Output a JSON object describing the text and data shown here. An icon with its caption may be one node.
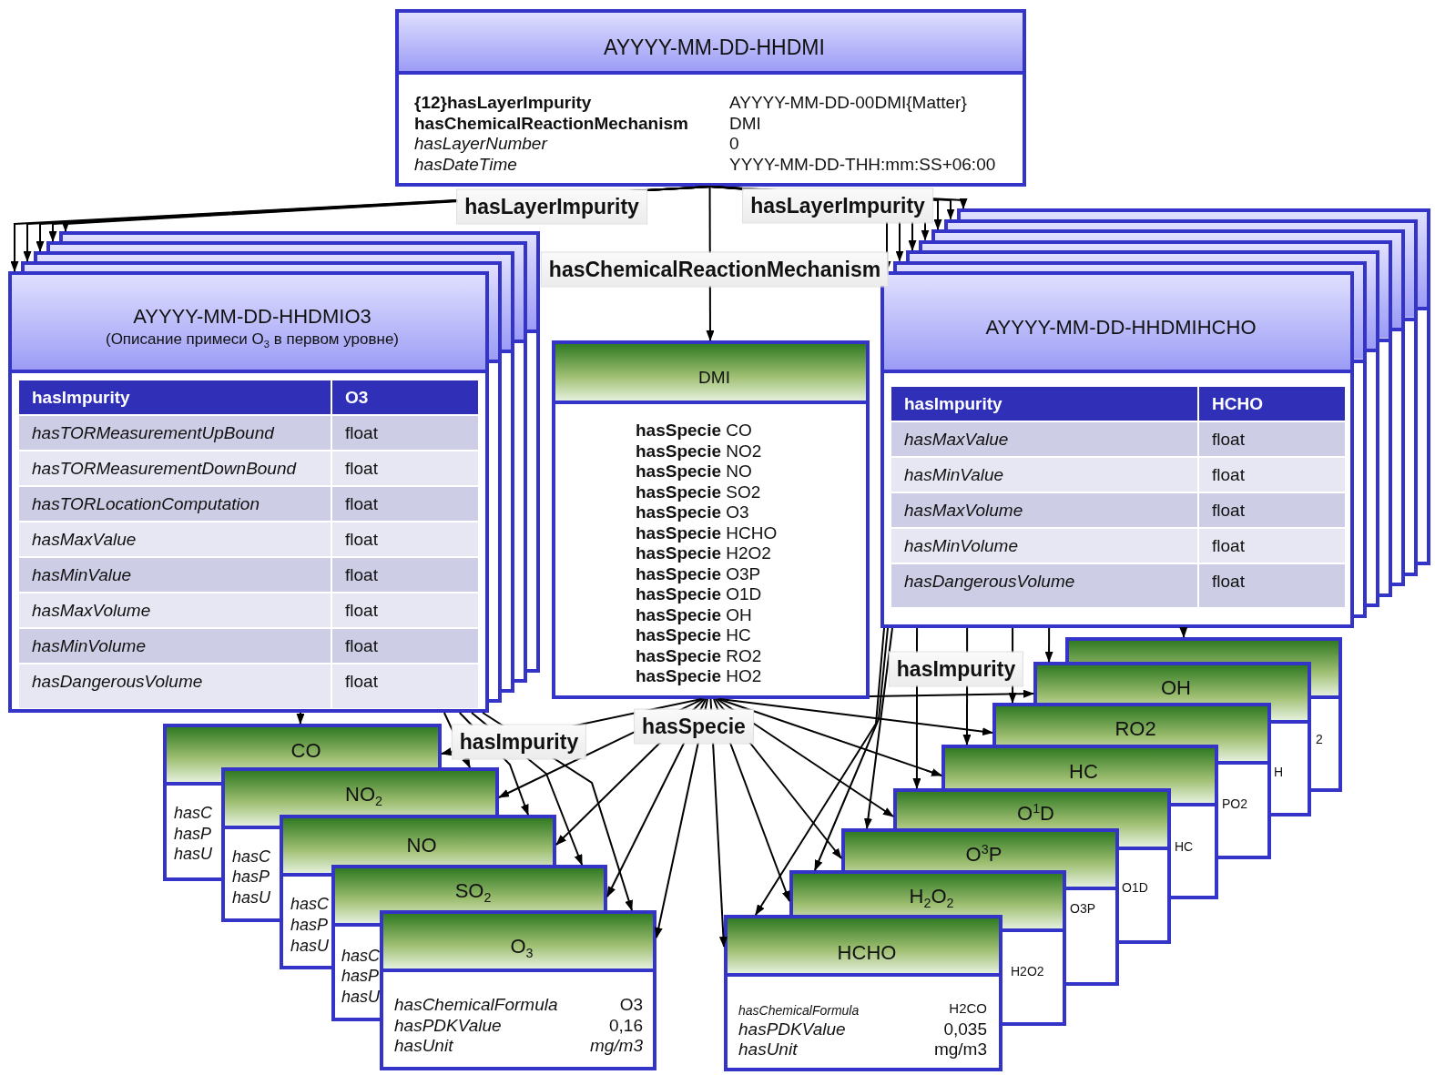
{
  "diagram": {
    "nodes": [
      {
        "text": [
          "AYYYY-MM-DD-HHDMI",
          "{12}hasLayerImpurity",
          "AYYYY-MM-DD-00DMI{Matter}",
          "hasChemicalReactionMechanism",
          "DMI",
          "hasLayerNumber",
          "0",
          "hasDateTime",
          "YYYY-MM-DD-THH:mm:SS+06:00"
        ]
      },
      {
        "text": [],
        "shape": "box"
      },
      {
        "text": [],
        "shape": "box"
      },
      {
        "text": [],
        "shape": "box"
      },
      {
        "text": [],
        "shape": "box"
      },
      {
        "text": [
          "AYYYY-MM-DD-HHDMIO3",
          "(Описание примеси O$_{3}$ в первом уровне)",
          "hasImpurity",
          "O3",
          "hasTORMeasurementUpBound",
          "float",
          "hasTORMeasurementDownBound",
          "float",
          "hasTORLocationComputation",
          "float",
          "hasMaxValue",
          "float",
          "hasMinValue",
          "float",
          "hasMaxVolume",
          "float",
          "hasMinVolume",
          "float",
          "hasDangerousVolume",
          "float"
        ]
      },
      {
        "text": [
          "DMI",
          "**hasSpecie** CO",
          "**hasSpecie** NO2",
          "**hasSpecie** NO",
          "**hasSpecie** SO2",
          "**hasSpecie** O3",
          "**hasSpecie** HCHO",
          "**hasSpecie** H2O2",
          "**hasSpecie** O3P",
          "**hasSpecie** O1D",
          "**hasSpecie** OH",
          "**hasSpecie** HC",
          "**hasSpecie** RO2",
          "**hasSpecie** HO2"
        ]
      },
      {
        "text": [],
        "shape": "box"
      },
      {
        "text": [],
        "shape": "box"
      },
      {
        "text": [],
        "shape": "box"
      },
      {
        "text": [],
        "shape": "box"
      },
      {
        "text": [],
        "shape": "box"
      },
      {
        "text": [],
        "shape": "box"
      },
      {
        "text": [
          "AYYYY-MM-DD-HHDMIHCHO",
          "hasImpurity",
          "HCHO",
          "hasMaxValue",
          "float",
          "hasMinValue",
          "float",
          "hasMaxVolume",
          "float",
          "hasMinVolume",
          "float",
          "hasDangerousVolume",
          "float"
        ]
      },
      {
        "text": [
          "CO"
        ]
      },
      {
        "text": [
          "NO$_{2}$"
        ]
      },
      {
        "text": [
          "NO"
        ]
      },
      {
        "text": [
          "SO$_{2}$"
        ]
      },
      {
        "text": [
          "O$_{3}$",
          "hasChemicalFormula",
          "O3",
          "hasPDKValue",
          "0,16",
          "hasUnit",
          "mg/m3"
        ]
      },
      {
        "text": [],
        "shape": "box"
      },
      {
        "text": [
          "OH"
        ]
      },
      {
        "text": [
          "RO2"
        ]
      },
      {
        "text": [
          "HC"
        ]
      },
      {
        "text": [
          "O$^{1}$D"
        ]
      },
      {
        "text": [
          "O$^{3}$P"
        ]
      },
      {
        "text": [
          "H$_{2}$O$_{2}$"
        ]
      },
      {
        "text": [
          "HCHO",
          "hasChemicalFormula",
          "H2CO",
          "hasPDKValue",
          "0,035",
          "hasUnit",
          "mg/m3"
        ]
      }
    ],
    "edges": [
      {
        "from": 0,
        "to": 1,
        "arrow": "to",
        "label": "hasLayerImpurity"
      },
      {
        "from": 0,
        "to": 2,
        "arrow": "to"
      },
      {
        "from": 0,
        "to": 3,
        "arrow": "to"
      },
      {
        "from": 0,
        "to": 4,
        "arrow": "to"
      },
      {
        "from": 0,
        "to": 5,
        "arrow": "to"
      },
      {
        "from": 0,
        "to": 7,
        "arrow": "to",
        "label": "hasLayerImpurity"
      },
      {
        "from": 0,
        "to": 8,
        "arrow": "to"
      },
      {
        "from": 0,
        "to": 9,
        "arrow": "to"
      },
      {
        "from": 0,
        "to": 10,
        "arrow": "to"
      },
      {
        "from": 0,
        "to": 11,
        "arrow": "to"
      },
      {
        "from": 0,
        "to": 12,
        "arrow": "to"
      },
      {
        "from": 0,
        "to": 13,
        "arrow": "to"
      },
      {
        "from": 0,
        "to": 6,
        "arrow": "to",
        "label": "hasChemicalReactionMechanism"
      },
      {
        "from": 6,
        "to": 14,
        "arrow": "to",
        "label": "hasSpecie"
      },
      {
        "from": 6,
        "to": 15,
        "arrow": "to"
      },
      {
        "from": 6,
        "to": 16,
        "arrow": "to"
      },
      {
        "from": 6,
        "to": 17,
        "arrow": "to"
      },
      {
        "from": 6,
        "to": 18,
        "arrow": "to"
      },
      {
        "from": 6,
        "to": 20,
        "arrow": "to"
      },
      {
        "from": 6,
        "to": 21,
        "arrow": "to"
      },
      {
        "from": 6,
        "to": 22,
        "arrow": "to"
      },
      {
        "from": 6,
        "to": 23,
        "arrow": "to"
      },
      {
        "from": 6,
        "to": 24,
        "arrow": "to"
      },
      {
        "from": 6,
        "to": 25,
        "arrow": "to"
      },
      {
        "from": 6,
        "to": 26,
        "arrow": "to"
      },
      {
        "from": 5,
        "to": 14,
        "arrow": "to"
      },
      {
        "from": 5,
        "to": 15,
        "arrow": "to"
      },
      {
        "from": 5,
        "to": 16,
        "arrow": "to"
      },
      {
        "from": 5,
        "to": 17,
        "arrow": "to",
        "label": "hasImpurity"
      },
      {
        "from": 5,
        "to": 18,
        "arrow": "to"
      },
      {
        "from": 13,
        "to": 19,
        "arrow": "to"
      },
      {
        "from": 13,
        "to": 20,
        "arrow": "to"
      },
      {
        "from": 13,
        "to": 21,
        "arrow": "to"
      },
      {
        "from": 13,
        "to": 22,
        "arrow": "to",
        "label": "hasImpurity"
      },
      {
        "from": 13,
        "to": 23,
        "arrow": "to"
      },
      {
        "from": 13,
        "to": 24,
        "arrow": "to"
      },
      {
        "from": 13,
        "to": 25,
        "arrow": "to"
      },
      {
        "from": 13,
        "to": 26,
        "arrow": "to"
      }
    ],
    "labels": [
      "2",
      "H",
      "PO2",
      "HC",
      "O1D",
      "O3P",
      "H2O2",
      "hasC",
      "hasP",
      "hasU",
      "hasC",
      "hasP",
      "hasU",
      "hasC",
      "hasP",
      "hasU",
      "hasC",
      "hasP",
      "hasU"
    ]
  }
}
